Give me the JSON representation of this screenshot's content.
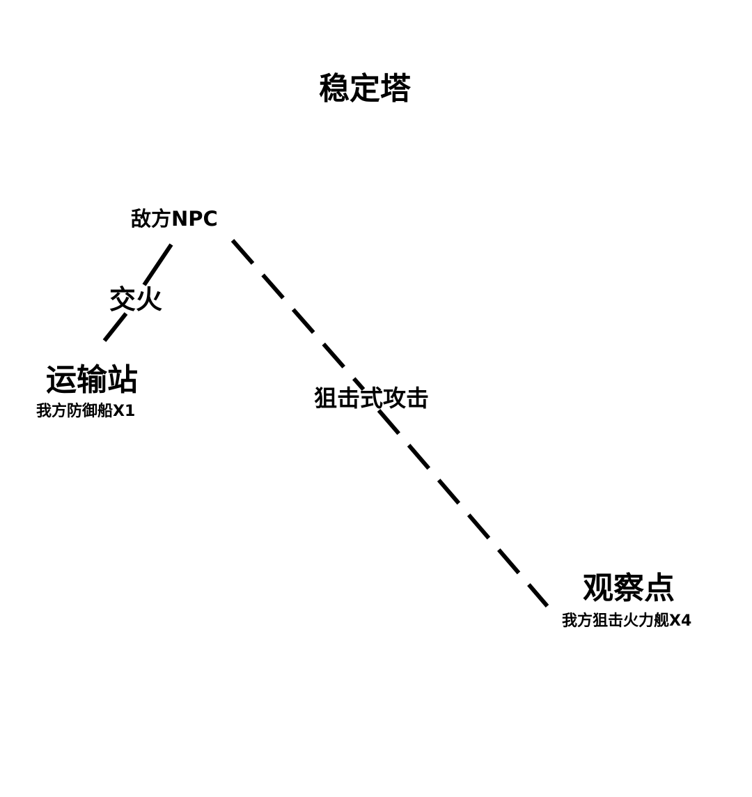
{
  "diagram": {
    "title": "稳定塔",
    "nodes": {
      "enemy": {
        "label": "敌方NPC"
      },
      "transport": {
        "label": "运输站",
        "detail": "我方防御船X1"
      },
      "observation": {
        "label": "观察点",
        "detail": "我方狙击火力舰X4"
      }
    },
    "edges": [
      {
        "from": "enemy",
        "to": "transport",
        "label": "交火"
      },
      {
        "from": "enemy",
        "to": "observation",
        "label": "狙击式攻击"
      }
    ],
    "colors": {
      "line": "#000000",
      "text": "#000000",
      "background": "#ffffff"
    }
  }
}
